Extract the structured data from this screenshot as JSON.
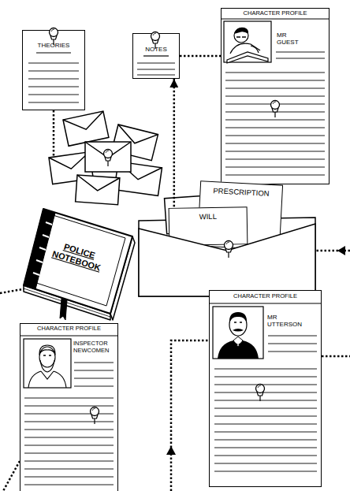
{
  "diagram": {
    "nodes": [
      {
        "text": [
          "THEORIES"
        ]
      },
      {
        "text": [
          "NOTES"
        ]
      },
      {
        "text": [
          "CHARACTER PROFILE",
          "MR GUEST"
        ]
      },
      {
        "text": [
          "PRESCRIPTION"
        ]
      },
      {
        "text": [
          "WILL"
        ]
      },
      {
        "text": [
          "POLICE NOTEBOOK"
        ]
      },
      {
        "text": [
          "CHARACTER PROFILE",
          "MR UTTERSON"
        ]
      },
      {
        "text": [
          "CHARACTER PROFILE",
          "INSPECTOR NEWCOMEN"
        ]
      }
    ],
    "edges": [
      {
        "from": 1,
        "to": 2,
        "arrow": "none"
      },
      {
        "from": 4,
        "to": 1,
        "arrow": "to"
      }
    ]
  }
}
